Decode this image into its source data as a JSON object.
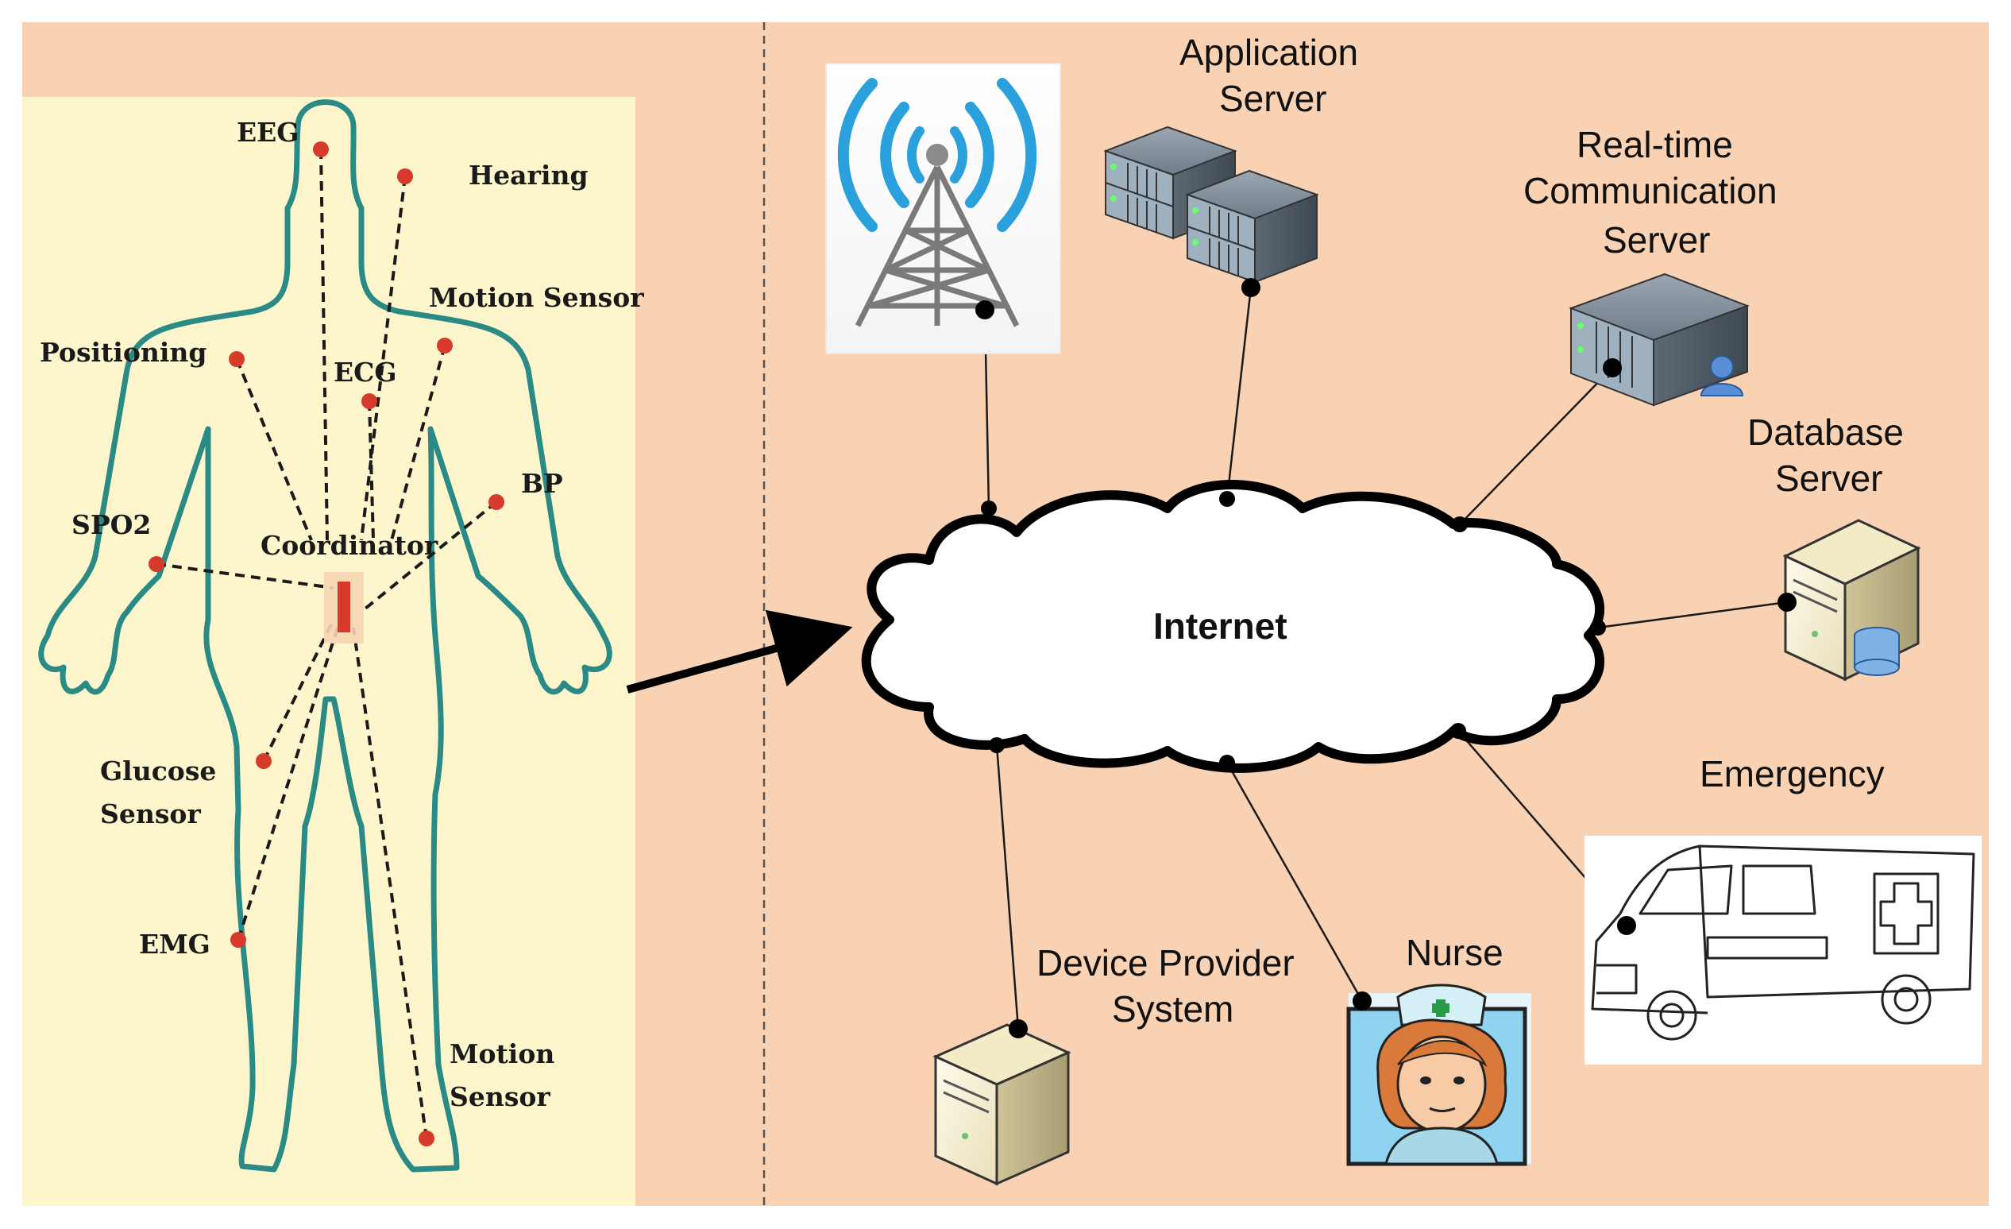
{
  "colors": {
    "background": "#f9d2b3",
    "body_panel": "#fdf6cc",
    "body_outline": "#2a8a86",
    "sensor": "#d63a2a",
    "line": "#1a1a1a"
  },
  "body_labels": {
    "eeg": "EEG",
    "hearing": "Hearing",
    "motion_sensor_top": "Motion Sensor",
    "positioning": "Positioning",
    "ecg": "ECG",
    "bp": "BP",
    "spo2": "SPO2",
    "coordinator": "Coordinator",
    "glucose_1": "Glucose",
    "glucose_2": "Sensor",
    "emg": "EMG",
    "motion_bottom_1": "Motion",
    "motion_bottom_2": "Sensor"
  },
  "network_labels": {
    "internet": "Internet",
    "app_server_1": "Application",
    "app_server_2": "Server",
    "rtc_1": "Real-time",
    "rtc_2": "Communication",
    "rtc_3": "Server",
    "db_1": "Database",
    "db_2": "Server",
    "emergency": "Emergency",
    "device_1": "Device Provider",
    "device_2": "System",
    "nurse": "Nurse"
  },
  "icons": {
    "tower": "radio-tower-icon",
    "app_server": "server-rack-icon",
    "rtc_server": "server-user-icon",
    "db_server": "database-server-icon",
    "device": "desktop-tower-icon",
    "nurse": "nurse-icon",
    "ambulance": "ambulance-icon"
  }
}
